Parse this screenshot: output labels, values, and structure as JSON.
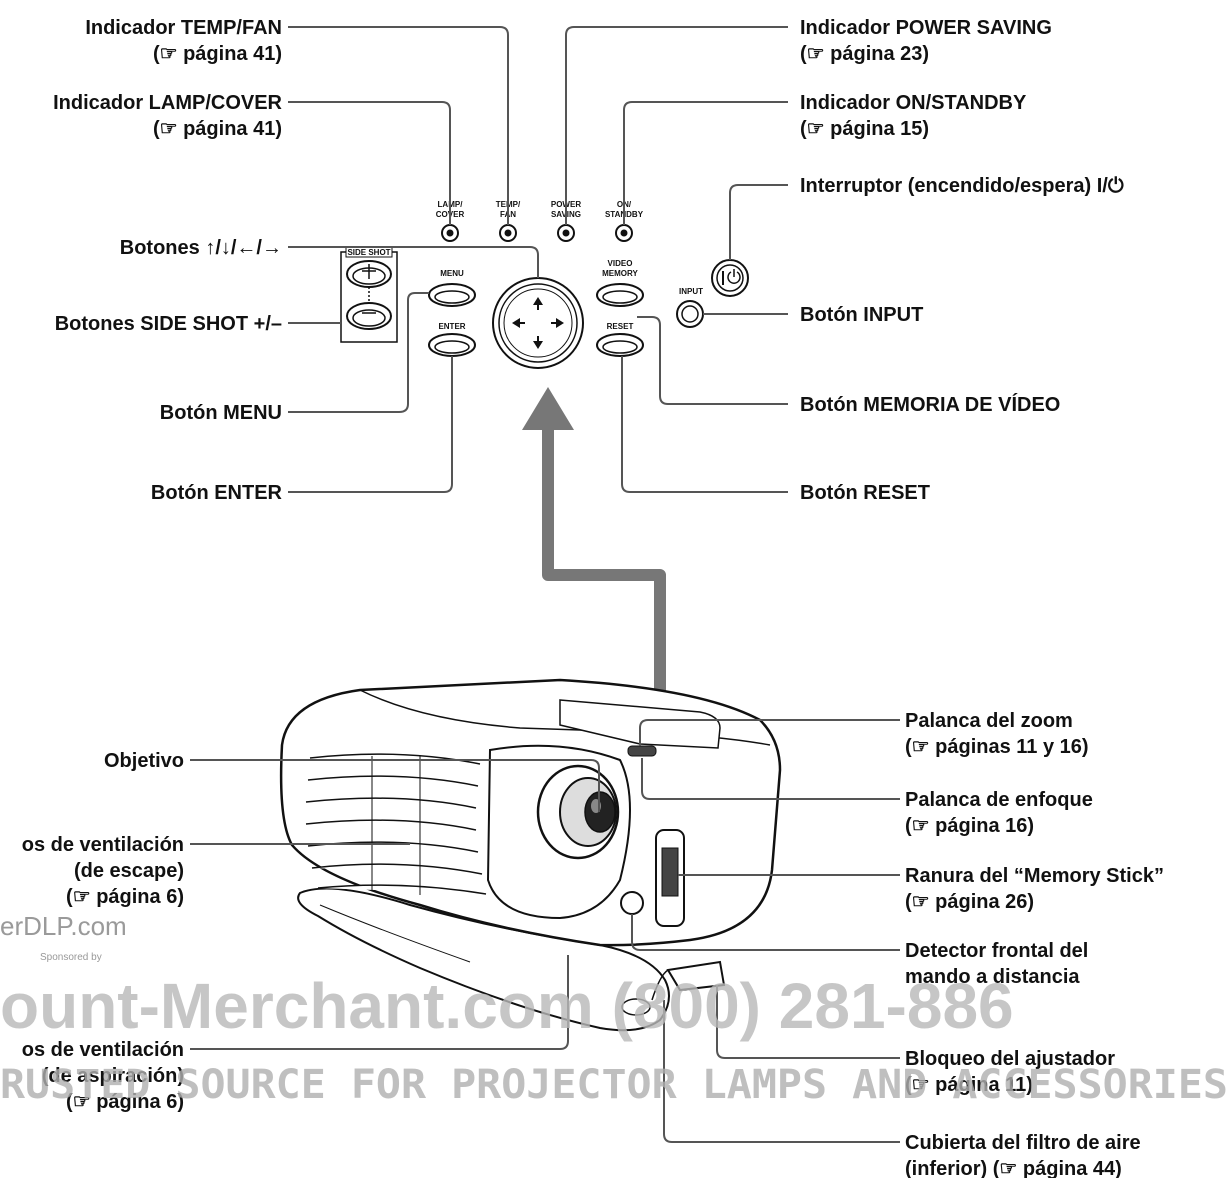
{
  "labels": {
    "temp_fan": "Indicador TEMP/FAN",
    "temp_fan_ref": "(☞ página 41)",
    "lamp_cover": "Indicador LAMP/COVER",
    "lamp_cover_ref": "(☞ página 41)",
    "arrows": "Botones ↑/↓/←/→",
    "side_shot": "Botones SIDE SHOT +/–",
    "menu": "Botón MENU",
    "enter": "Botón ENTER",
    "power_saving": "Indicador POWER SAVING",
    "power_saving_ref": "(☞ página 23)",
    "on_standby": "Indicador ON/STANDBY",
    "on_standby_ref": "(☞ página 15)",
    "switch": "Interruptor (encendido/espera) I/⏻",
    "input": "Botón INPUT",
    "video_memory": "Botón MEMORIA DE VÍDEO",
    "reset": "Botón RESET",
    "objetivo": "Objetivo",
    "vent_exhaust_1": "os de ventilación",
    "vent_exhaust_2": "(de escape)",
    "vent_exhaust_3": "(☞ página 6)",
    "vent_intake_1": "os de ventilación",
    "vent_intake_2": "(de aspiración)",
    "vent_intake_3": "(☞ página 6)",
    "zoom_1": "Palanca del zoom",
    "zoom_2": "(☞ páginas 11 y 16)",
    "focus_1": "Palanca de enfoque",
    "focus_2": "(☞ página 16)",
    "memory_stick_1": "Ranura del “Memory Stick”",
    "memory_stick_2": "(☞ página 26)",
    "remote_1": "Detector frontal del",
    "remote_2": "mando a distancia",
    "adjuster_1": "Bloqueo del ajustador",
    "adjuster_2": "(☞ página 11)",
    "filter_1": "Cubierta del filtro de aire",
    "filter_2": "(inferior) (☞ página 44)"
  },
  "panel_text": {
    "lamp": "LAMP/",
    "cover": "COVER",
    "temp": "TEMP/",
    "fan": "FAN",
    "power": "POWER",
    "saving": "SAVING",
    "on": "ON/",
    "standby": "STANDBY",
    "side_shot": "SIDE SHOT",
    "menu": "MENU",
    "enter": "ENTER",
    "video": "VIDEO",
    "memory": "MEMORY",
    "reset": "RESET",
    "input": "INPUT"
  },
  "watermark": {
    "site": "erDLP.com",
    "sponsor": "Sponsored by",
    "merchant": "ount-Merchant.com (800) 281-886",
    "source": "RUSTED SOURCE FOR PROJECTOR LAMPS AND ACCESSORIES"
  }
}
